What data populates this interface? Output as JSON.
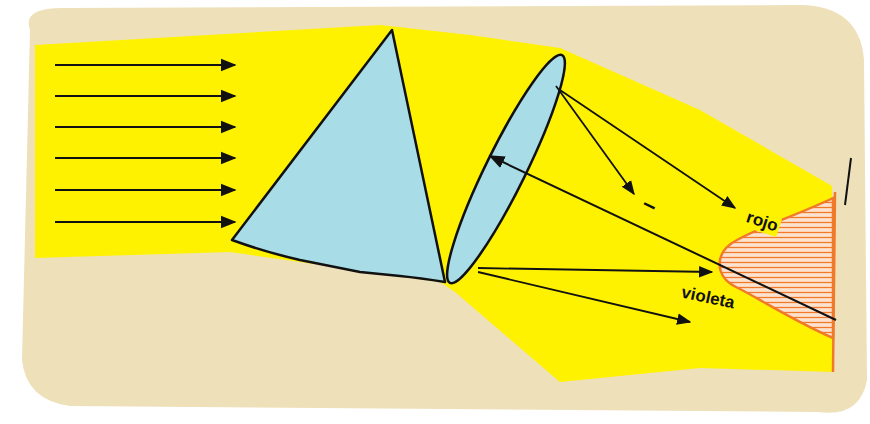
{
  "diagram": {
    "labels": [
      "I",
      "rojo",
      "violeta"
    ]
  }
}
